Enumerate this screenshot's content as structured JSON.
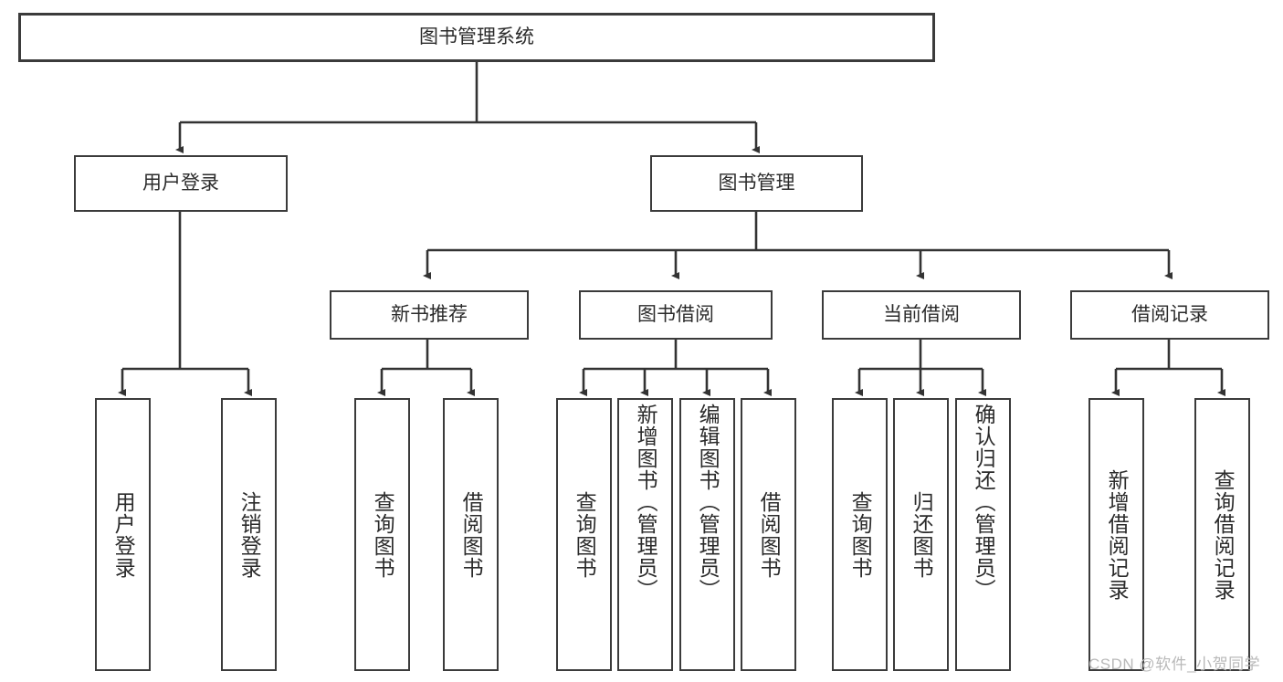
{
  "diagram": {
    "title": "图书管理系统",
    "type": "hierarchy-tree",
    "root": {
      "id": "root",
      "label": "图书管理系统"
    },
    "level1": [
      {
        "id": "user-login",
        "label": "用户登录"
      },
      {
        "id": "book-manage",
        "label": "图书管理"
      }
    ],
    "level2": [
      {
        "id": "new-book-recommend",
        "label": "新书推荐",
        "parent": "book-manage"
      },
      {
        "id": "book-borrow",
        "label": "图书借阅",
        "parent": "book-manage"
      },
      {
        "id": "current-borrow",
        "label": "当前借阅",
        "parent": "book-manage"
      },
      {
        "id": "borrow-record",
        "label": "借阅记录",
        "parent": "book-manage"
      }
    ],
    "leaves": [
      {
        "id": "leaf-user-login",
        "label": "用户登录",
        "parent": "user-login"
      },
      {
        "id": "leaf-user-logout",
        "label": "注销登录",
        "parent": "user-login"
      },
      {
        "id": "leaf-query-book-1",
        "label": "查询图书",
        "parent": "new-book-recommend"
      },
      {
        "id": "leaf-borrow-book-1",
        "label": "借阅图书",
        "parent": "new-book-recommend"
      },
      {
        "id": "leaf-query-book-2",
        "label": "查询图书",
        "parent": "book-borrow"
      },
      {
        "id": "leaf-add-book",
        "label": "新增图书（管理员）",
        "parent": "book-borrow"
      },
      {
        "id": "leaf-edit-book",
        "label": "编辑图书（管理员）",
        "parent": "book-borrow"
      },
      {
        "id": "leaf-borrow-book-2",
        "label": "借阅图书",
        "parent": "book-borrow"
      },
      {
        "id": "leaf-query-book-3",
        "label": "查询图书",
        "parent": "current-borrow"
      },
      {
        "id": "leaf-return-book",
        "label": "归还图书",
        "parent": "current-borrow"
      },
      {
        "id": "leaf-confirm-return",
        "label": "确认归还（管理员）",
        "parent": "current-borrow"
      },
      {
        "id": "leaf-add-record",
        "label": "新增借阅记录",
        "parent": "borrow-record"
      },
      {
        "id": "leaf-query-record",
        "label": "查询借阅记录",
        "parent": "borrow-record"
      }
    ],
    "colors": {
      "background": "#ffffff",
      "box_border": "#3b3b3b",
      "box_fill": "#ffffff",
      "text": "#2b2b2b",
      "connector": "#333333",
      "watermark": "#b9b9b9"
    }
  },
  "watermark": {
    "text": "CSDN @软件_小贺同学"
  }
}
